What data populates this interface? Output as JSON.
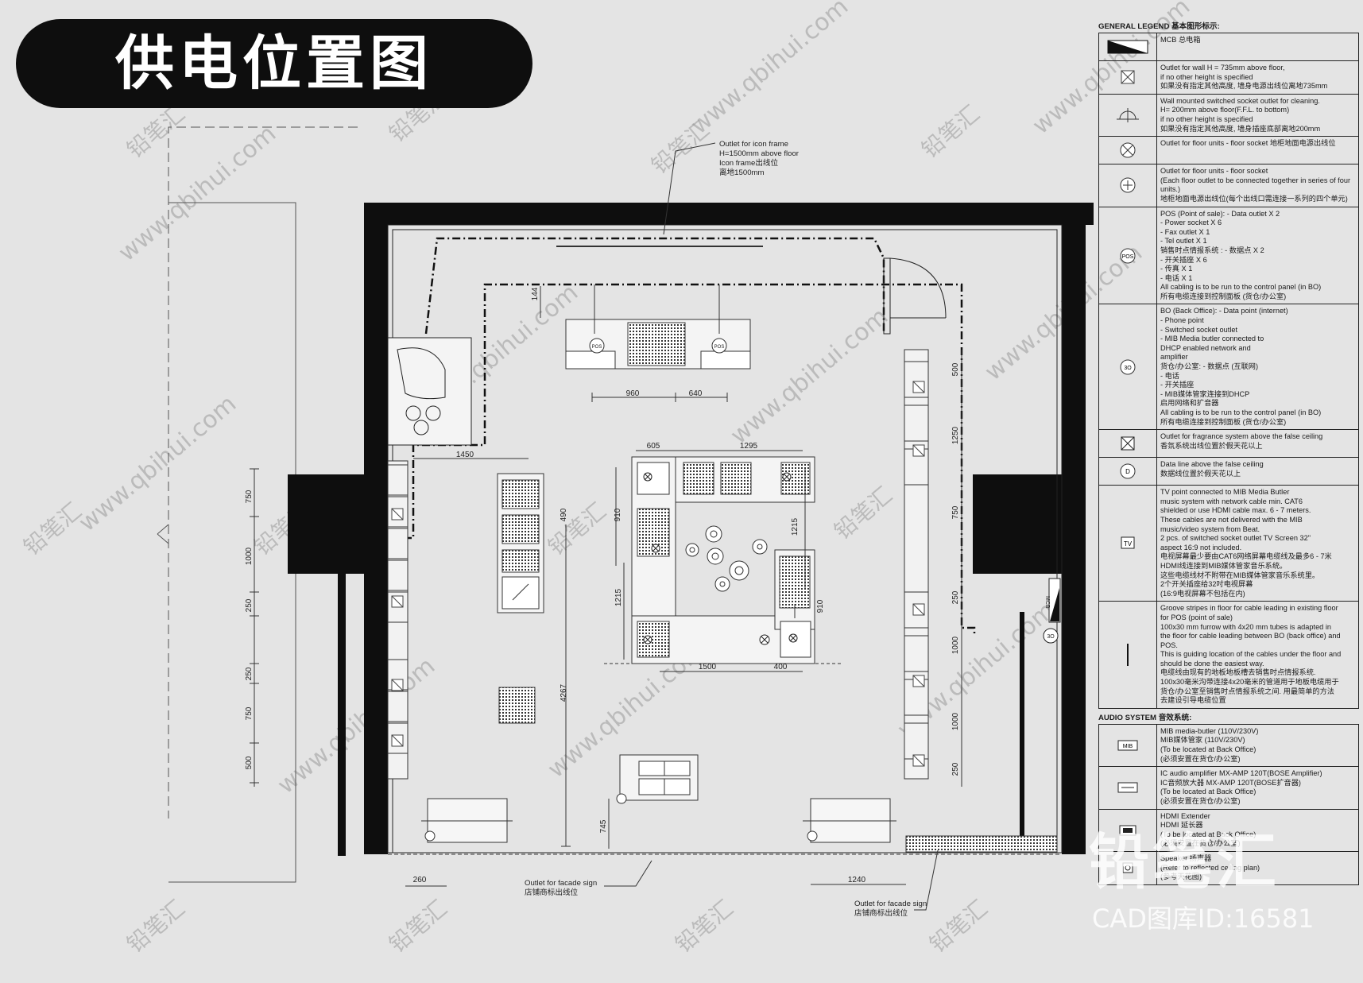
{
  "title": "供电位置图",
  "watermark": {
    "site": "www.qbihui.com",
    "brand": "铅笔汇",
    "id_label": "CAD图库ID:16581"
  },
  "plan": {
    "callouts": {
      "icon_frame": "Outlet for icon frame\nH=1500mm above floor\nIcon frame出线位\n离地1500mm",
      "facade_left": "Outlet for facade sign\n店铺商标出线位",
      "facade_right": "Outlet for facade sign\n店铺商标出线位"
    },
    "dimensions": {
      "d960": "960",
      "d640": "640",
      "d605": "605",
      "d1295": "1295",
      "d1450": "1450",
      "d910a": "910",
      "d1215a": "1215",
      "d1215b": "1215",
      "d910b": "910",
      "d1500": "1500",
      "d400": "400",
      "d490": "490",
      "d4267": "4267",
      "d745": "745",
      "d260": "260",
      "d1240": "1240",
      "d144": "144",
      "r500": "500",
      "r1250": "1250",
      "r750": "750",
      "r250a": "250",
      "r1000a": "1000",
      "r1000b": "1000",
      "r250b": "250",
      "l750a": "750",
      "l1000": "1000",
      "l250a": "250",
      "l250b": "250",
      "l750b": "750",
      "l500": "500"
    },
    "symbols": {
      "pos1": "POS",
      "pos2": "POS",
      "bo": "3O",
      "mcb": "MCB"
    }
  },
  "legend": {
    "general_heading": "GENERAL LEGEND 基本图形标示:",
    "rows": [
      {
        "icon": "mcb-panel-icon",
        "text": "MCB 总电箱"
      },
      {
        "icon": "wall-outlet-icon",
        "text": "Outlet for wall H = 735mm above floor,\nif no other height is specified\n如果没有指定其他高度, 墙身电源出线位离地735mm"
      },
      {
        "icon": "cleaning-socket-icon",
        "text": "Wall mounted switched socket outlet for cleaning.\nH= 200mm above floor(F.F.L. to bottom)\nif no other height is specified\n如果没有指定其他高度, 墙身插座底部离地200mm"
      },
      {
        "icon": "floor-socket-icon",
        "text": "Outlet for floor units - floor socket 地柜地面电源出线位"
      },
      {
        "icon": "floor-socket-series-icon",
        "text": "Outlet for floor units - floor socket\n(Each floor outlet to be connected together in series of four units.)\n地柜地面电源出线位(每个出线口需连接一系列的四个单元)"
      },
      {
        "icon": "pos-icon",
        "text": "POS (Point of sale):  - Data outlet X 2\n  - Power socket X 6\n  - Fax outlet X 1\n  - Tel outlet X 1\n销售时点情报系统 :  - 数据点 X 2\n  - 开关插座 X 6\n  - 传真 X 1\n  - 电话  X 1\nAll cabling is to be run to the control panel (in BO)\n所有电缆连接到控制面板 (货仓/办公室)"
      },
      {
        "icon": "back-office-icon",
        "text": "BO (Back Office):   - Data point (internet)\n  - Phone point\n  - Switched socket outlet\n  - MIB Media butler connected to\n    DHCP enabled network and\n    amplifier\n货仓/办公室:  - 数据点 (互联网)\n  - 电话\n  - 开关插座\n  - MIB媒体管家连接到DHCP\n    启用网络和扩音器\nAll cabling is to be run to the control panel (in BO)\n所有电缆连接到控制面板 (货仓/办公室)"
      },
      {
        "icon": "fragrance-outlet-icon",
        "text": "Outlet for fragrance system above the false ceiling\n香氛系统出线位置於假天花以上"
      },
      {
        "icon": "data-line-icon",
        "text": "Data line above the false ceiling\n数据线位置於假天花以上"
      },
      {
        "icon": "tv-point-icon",
        "text": "TV point connected to MIB Media Butler\nmusic system with network cable min. CAT6\nshielded or use HDMI cable max. 6 - 7 meters.\nThese cables are not delivered with the MIB\nmusic/video system from Beat.\n2 pcs. of switched socket outlet TV Screen 32\"\naspect 16:9 not included.\n电视屏幕最少要由CAT6网络屏幕电缆线及最多6 - 7米\nHDMI线连接到MIB媒体管家音乐系统。\n这些电缆线材不附带在MIB媒体管家音乐系统里。\n2个开关插座给32吋电视屏幕\n(16:9电视屏幕不包括在内)"
      },
      {
        "icon": "groove-stripe-icon",
        "text": "Groove stripes in floor for cable leading in existing floor\nfor POS (point of sale)\n100x30 mm furrow with 4x20 mm tubes is adapted in\nthe floor for cable leading between BO (back office) and\nPOS.\nThis is guiding location of the cables under the floor and\nshould be done the easiest way.\n电缆线由现有的地板地板槽去销售时点情报系统.\n100x30毫米沟带连接4x20毫米的管道用于地板电缆用于\n货仓/办公室至销售时点情报系统之间. 用最简单的方法\n去建设引导电缆位置"
      }
    ],
    "audio_heading": "AUDIO SYSTEM 音效系统:",
    "audio_rows": [
      {
        "icon": "mib-icon",
        "label": "MIB",
        "text": "MIB media-butler (110V/230V)\nMIB媒体管家 (110V/230V)\n(To be located at Back Office)\n(必须安置在货仓/办公室)"
      },
      {
        "icon": "amplifier-icon",
        "text": "IC audio amplifier MX-AMP 120T(BOSE Amplifier)\nIC音频放大器 MX-AMP 120T(BOSE扩音器)\n(To be located at Back Office)\n(必须安置在货仓/办公室)"
      },
      {
        "icon": "hdmi-extender-icon",
        "text": "HDMI Extender\nHDMI 延长器\n(To be located at Back Office)\n(必须安置在货仓/办公室)"
      },
      {
        "icon": "speaker-icon",
        "text": "Speaker 扬声器\n(Refer to reflected ceiling plan)\n(参考天花图)"
      }
    ]
  }
}
